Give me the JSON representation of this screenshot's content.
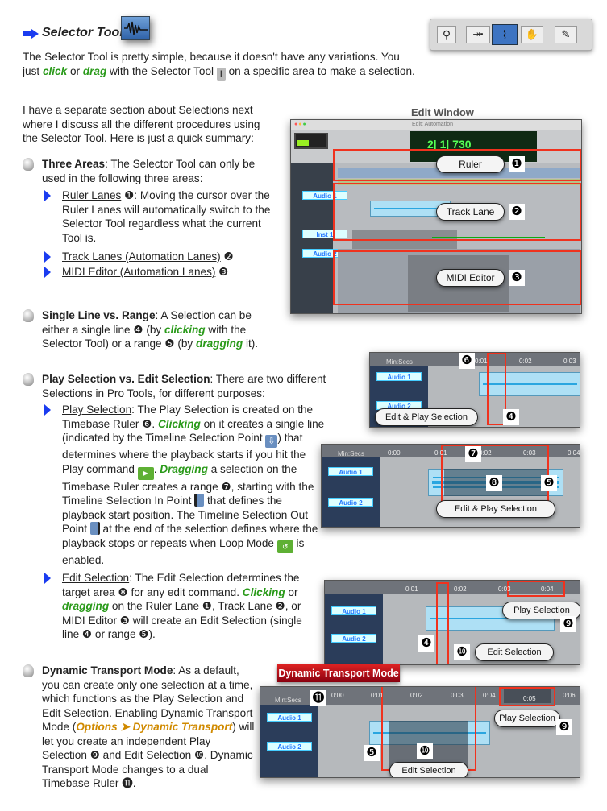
{
  "heading": {
    "arrow_icon": "right-arrow-icon",
    "title": "Selector Tool",
    "tool_icon": "selector-tool-icon"
  },
  "intro": {
    "p1a": "The Selector Tool is pretty simple, because it doesn't have any variations. You just ",
    "click": "click",
    "or": " or ",
    "drag": "drag",
    "p1b": " with the Selector Tool ",
    "p1c": " on a specific area to make a selection.",
    "p2": "I have a separate section about Selections next where I discuss all the different procedures using the Selector Tool. Here is just a quick summary:"
  },
  "three_areas": {
    "title": "Three Areas",
    "text": ": The Selector Tool can only be used in the following three areas:",
    "ruler_label": "Ruler Lanes",
    "ruler_num": " ❶",
    "ruler_text": ": Moving the cursor over the Ruler Lanes will automatically switch to the Selector Tool regardless what the current Tool is.",
    "track_label": "Track Lanes (Automation Lanes)",
    "track_num": " ❷",
    "midi_label": "MIDI Editor (Automation Lanes)",
    "midi_num": " ❸"
  },
  "single": {
    "title": "Single Line vs. Range",
    "a": ": A Selection can be either a single line ❹ (by ",
    "clicking": "clicking",
    "b": " with the Selector Tool) or a range ❺ (by ",
    "dragging": "dragging",
    "c": " it)."
  },
  "play_vs_edit": {
    "title": "Play Selection vs. Edit Selection",
    "text": ": There are two different Selections in Pro Tools, for different purposes:",
    "ps_label": "Play Selection",
    "ps_a": ": The Play Selection is created on the Timebase Ruler ❻. ",
    "clicking": "Clicking",
    "ps_b": " on it creates a single line (indicated by the Timeline Selection Point ",
    "ps_c": ") that determines where the playback starts if you hit the Play command ",
    "ps_d": ". ",
    "dragging": "Dragging",
    "ps_e": " a selection on the Timebase Ruler creates a range ❼, starting with the Timeline Selection In Point ",
    "ps_f": " that defines the playback start position. The Timeline Selection Out Point ",
    "ps_g": " at the end of the selection defines where the playback stops or repeats when Loop Mode ",
    "ps_h": " is enabled.",
    "es_label": "Edit Selection",
    "es_a": ": The Edit Selection determines the target area ❽ for any edit command. ",
    "es_clicking": "Clicking",
    "es_or": " or ",
    "es_dragging": "dragging",
    "es_b": " on the Ruler Lane ❶, Track Lane ❷, or MIDI Editor ❸ will create an Edit Selection (single line ❹ or range ❺)."
  },
  "dynamic": {
    "title": "Dynamic Transport Mode",
    "a": ": As a default, you can create only one selection at a time, which functions as the Play Selection and Edit Selection. Enabling Dynamic Transport Mode (",
    "menu": "Options ➤ Dynamic Transport",
    "b": ") will let you create an independent Play Selection ❾ and Edit Selection ❿. Dynamic Transport Mode changes to a dual Timebase Ruler ⓫."
  },
  "edit_window": {
    "caption": "Edit Window",
    "title": "Edit: Automation",
    "counter": "2| 1| 730",
    "labels": [
      "Ruler",
      "Track Lane",
      "MIDI Editor"
    ],
    "nums": [
      "❶",
      "❷",
      "❸"
    ],
    "tracks": [
      "Audio 1",
      "Inst 1",
      "Audio 2"
    ]
  },
  "shot1": {
    "ruler": "Min:Secs",
    "ticks": [
      "0:01",
      "0:02",
      "0:03"
    ],
    "tracks": [
      "Audio 1",
      "Audio 2"
    ],
    "label": "Edit & Play Selection",
    "num6": "❻",
    "num4": "❹"
  },
  "shot2": {
    "ruler": "Min:Secs",
    "ticks": [
      "0:00",
      "0:01",
      "0:02",
      "0:03",
      "0:04"
    ],
    "tracks": [
      "Audio 1",
      "Audio 2"
    ],
    "label": "Edit & Play Selection",
    "num7": "❼",
    "num8": "❽",
    "num5": "❺"
  },
  "shot3": {
    "ticks": [
      "0:01",
      "0:02",
      "0:03",
      "0:04"
    ],
    "tracks": [
      "Audio 1",
      "Audio 2"
    ],
    "play": "Play Selection",
    "edit": "Edit Selection",
    "num9": "❾",
    "num4": "❹",
    "num10": "❿"
  },
  "shot4": {
    "tag": "Dynamic Transport Mode",
    "ruler": "Min:Secs",
    "ticks": [
      "0:00",
      "0:01",
      "0:02",
      "0:03",
      "0:04",
      "0:05",
      "0:06"
    ],
    "tracks": [
      "Audio 1",
      "Audio 2"
    ],
    "play": "Play Selection",
    "edit": "Edit Selection",
    "num11": "⓫",
    "num9": "❾",
    "num5": "❺",
    "num10": "❿"
  },
  "colors": {
    "accent_blue": "#1a3cf0",
    "green": "#2a9a1a",
    "orange": "#d08a00",
    "highlight_red": "#f0321e"
  }
}
